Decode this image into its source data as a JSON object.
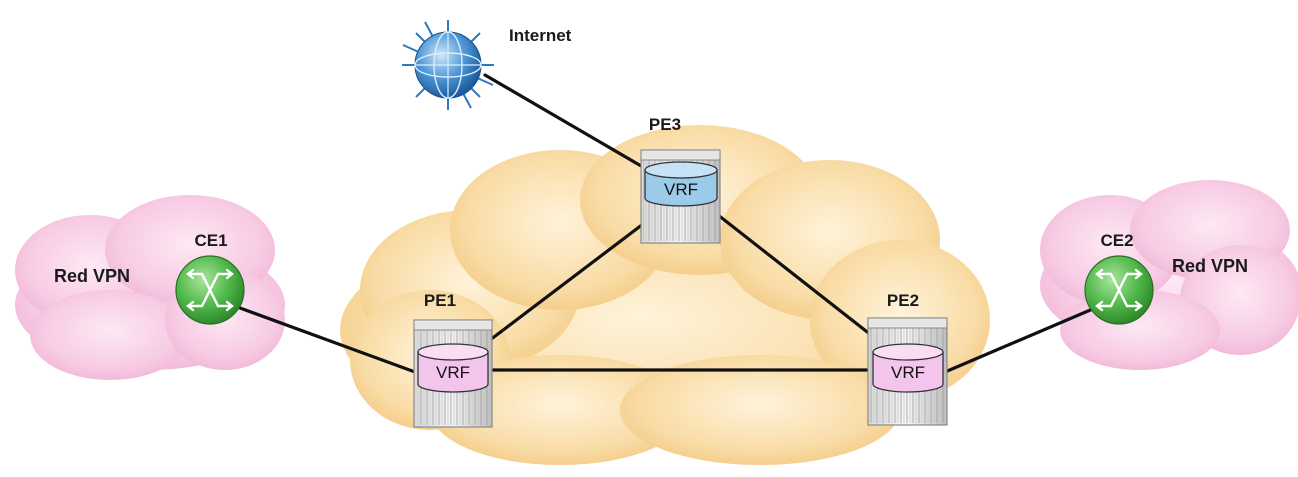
{
  "diagram": {
    "internet_label": "Internet",
    "nodes": {
      "pe1": {
        "label": "PE1",
        "vrf": "VRF",
        "vrf_color": "#f3c4ec"
      },
      "pe2": {
        "label": "PE2",
        "vrf": "VRF",
        "vrf_color": "#f3c4ec"
      },
      "pe3": {
        "label": "PE3",
        "vrf": "VRF",
        "vrf_color": "#9ccbea"
      },
      "ce1": {
        "label": "CE1"
      },
      "ce2": {
        "label": "CE2"
      }
    },
    "vpn_left": "Red VPN",
    "vpn_right": "Red VPN",
    "colors": {
      "provider_cloud": "#f8d79c",
      "vpn_cloud": "#f4c2e0",
      "ce_router": "#4fb848",
      "globe": "#3a84c8",
      "link": "#111111"
    }
  }
}
